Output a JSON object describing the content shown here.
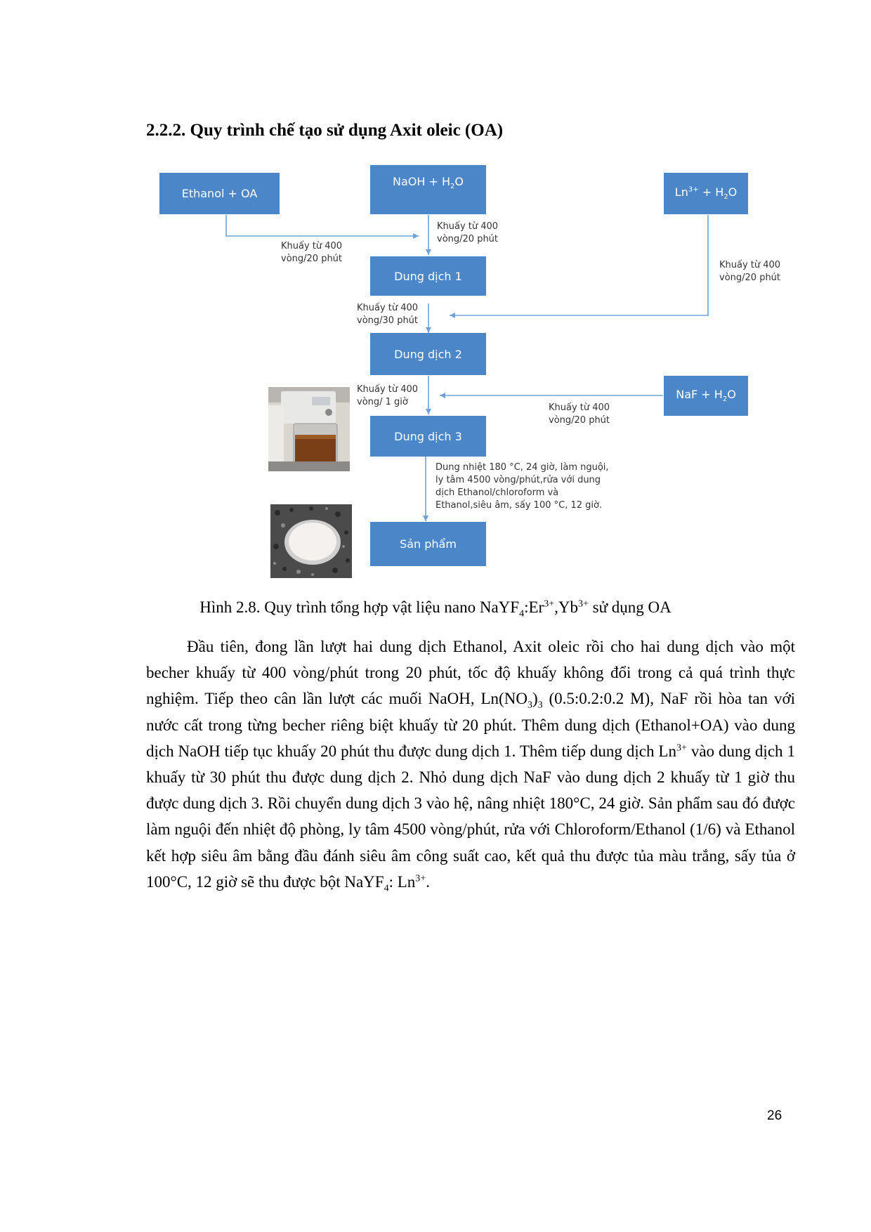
{
  "section_heading": "2.2.2. Quy trình chế tạo sử dụng Axit oleic (OA)",
  "colors": {
    "box": "#4a86c8",
    "arrow": "#6ea2d8"
  },
  "diagram": {
    "boxes": {
      "ethanol_oa": "Ethanol + OA",
      "naoh_main": "NaOH + H",
      "naoh_sub": "2",
      "naoh_tail": "O",
      "ln_main": "Ln",
      "ln_sup": "3+",
      "ln_tail": " + H",
      "ln_sub": "2",
      "ln_tail2": "O",
      "dd1": "Dung dịch 1",
      "dd2": "Dung dịch 2",
      "dd3": "Dung dịch 3",
      "naf_main": "NaF + H",
      "naf_sub": "2",
      "naf_tail": "O",
      "product": "Sản phẩm"
    },
    "labels": {
      "ethanol_stir_1": "Khuấy từ 400",
      "ethanol_stir_2": "vòng/20 phút",
      "naoh_stir_1": "Khuấy từ 400",
      "naoh_stir_2": "vòng/20 phút",
      "ln_stir_1": "Khuấy từ 400",
      "ln_stir_2": "vòng/20 phút",
      "dd1_stir_1": "Khuấy từ 400",
      "dd1_stir_2": "vòng/30 phút",
      "dd2_stir_1": "Khuấy từ 400",
      "dd2_stir_2": "vòng/ 1 giờ",
      "naf_stir_1": "Khuấy từ 400",
      "naf_stir_2": "vòng/20 phút",
      "process_1": "Dung nhiệt 180 °C, 24 giờ, làm nguội,",
      "process_2": "ly tâm 4500 vòng/phút,rửa với dung",
      "process_3": "dịch Ethanol/chloroform và",
      "process_4": "Ethanol,siêu âm, sấy 100 °C, 12 giờ."
    }
  },
  "caption": {
    "prefix": "Hình 2.8. Quy trình tổng hợp vật liệu nano NaYF",
    "sub4": "4",
    "er": ":Er",
    "sup1": "3+",
    "yb": ",Yb",
    "sup2": "3+",
    "suffix": " sử dụng OA"
  },
  "paragraph": {
    "t1": "Đầu tiên, đong lần lượt hai dung dịch Ethanol, Axit oleic rồi cho hai dung dịch vào một becher khuấy từ 400 vòng/phút trong 20 phút, tốc độ khuấy không đổi trong cả quá trình thực nghiệm. Tiếp theo cân lần lượt các muối NaOH, Ln(NO",
    "sub1": "3",
    "t2": ")",
    "sub2": "3",
    "t3": " (0.5:0.2:0.2 M), NaF rồi hòa tan với nước cất trong từng becher riêng biệt khuấy từ 20 phút. Thêm dung dịch (Ethanol+OA) vào dung dịch NaOH tiếp tục khuấy 20 phút thu được dung dịch 1. Thêm tiếp dung dịch Ln",
    "sup1": "3+",
    "t4": " vào dung dịch 1 khuấy từ 30 phút thu được dung dịch 2. Nhỏ dung dịch NaF vào dung dịch 2 khuấy từ 1 giờ thu được dung dịch 3. Rồi chuyển dung dịch 3 vào hệ, nâng nhiệt 180°C, 24 giờ. Sản phẩm sau đó được làm nguội đến nhiệt độ phòng, ly tâm 4500 vòng/phút, rửa với Chloroform/Ethanol (1/6) và Ethanol kết hợp siêu âm bằng đầu đánh siêu âm công suất cao, kết quả thu được tủa màu trắng, sấy tủa ở 100°C, 12 giờ sẽ thu được bột NaYF",
    "sub3": "4",
    "t5": ": Ln",
    "sup2": "3+",
    "t6": "."
  },
  "page_number": "26"
}
